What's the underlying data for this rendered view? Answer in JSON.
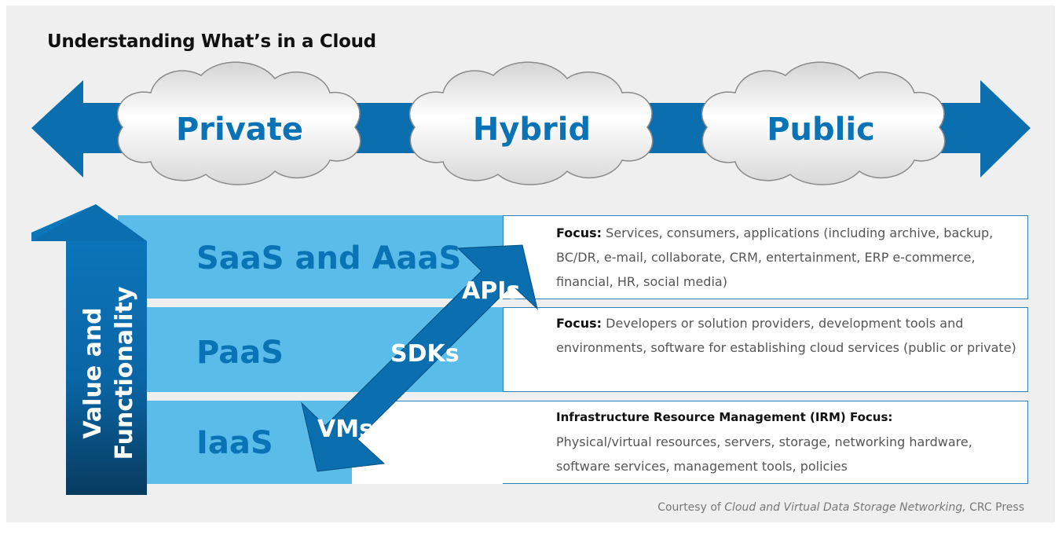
{
  "title": "Understanding What’s in a Cloud",
  "deployment_models": [
    "Private",
    "Hybrid",
    "Public"
  ],
  "vertical_arrow": {
    "line1": "Value and",
    "line2": "Functionality"
  },
  "layers": [
    {
      "label": "SaaS and AaaS",
      "focus_label": "Focus:",
      "focus_text": " Services, consumers, applications (including archive, backup, BC/DR, e-mail, collaborate, CRM, entertainment, ERP e-commerce, financial, HR, social media)"
    },
    {
      "label": "PaaS",
      "focus_label": "Focus:",
      "focus_text": " Developers or solution providers, development tools and environments, software for establishing cloud services (public or private)"
    },
    {
      "label": "IaaS",
      "focus_label": "Infrastructure Resource Management (IRM) Focus:",
      "focus_text": "Physical/virtual resources, servers, storage, networking hardware, software services, management tools, policies"
    }
  ],
  "diagonal_arrow": [
    "APIs",
    "SDKs",
    "VMs"
  ],
  "credit": {
    "prefix": "Courtesy of ",
    "source": "Cloud and Virtual Data Storage Networking,",
    "suffix": " CRC Press"
  },
  "colors": {
    "arrow_blue": "#0a6eaf",
    "layer_blue": "#59bce9",
    "text_blue": "#0a73b5",
    "panel_gray": "#efefef"
  }
}
